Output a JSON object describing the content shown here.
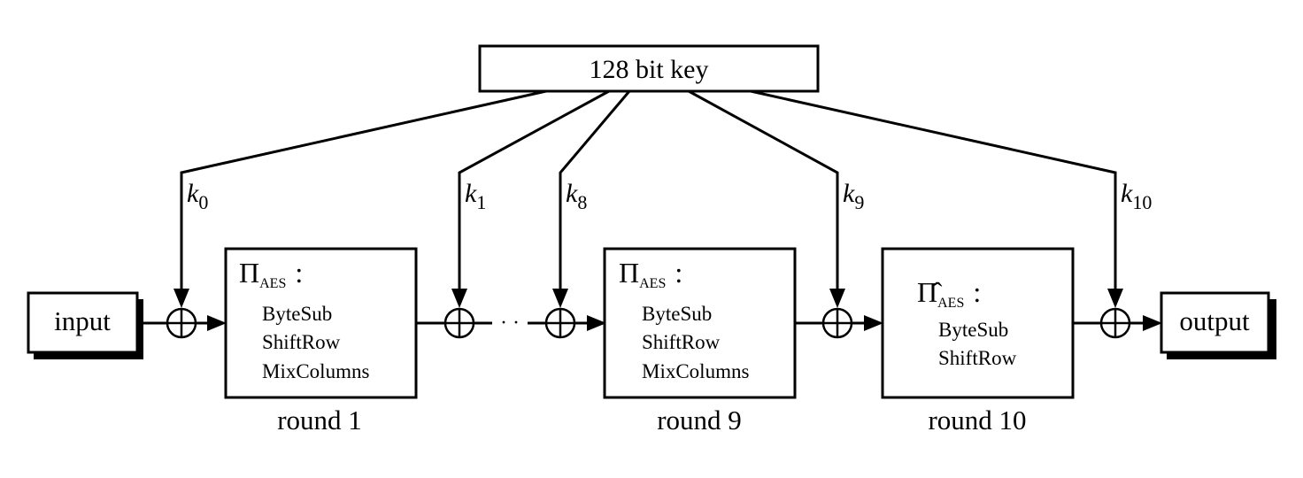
{
  "key_box": {
    "label": "128  bit key"
  },
  "io": {
    "input": "input",
    "output": "output"
  },
  "subkeys": [
    {
      "base": "k",
      "sub": "0"
    },
    {
      "base": "k",
      "sub": "1"
    },
    {
      "base": "k",
      "sub": "8"
    },
    {
      "base": "k",
      "sub": "9"
    },
    {
      "base": "k",
      "sub": "10"
    }
  ],
  "rounds": [
    {
      "title_symbol": "Π",
      "title_sub": "AES",
      "title_colon": ":",
      "steps": [
        "ByteSub",
        "ShiftRow",
        "MixColumns"
      ],
      "caption": "round 1"
    },
    {
      "title_symbol": "Π",
      "title_sub": "AES",
      "title_colon": ":",
      "steps": [
        "ByteSub",
        "ShiftRow",
        "MixColumns"
      ],
      "caption": "round 9"
    },
    {
      "title_symbol": "Π̂",
      "title_sub": "AES",
      "title_colon": ":",
      "steps": [
        "ByteSub",
        "ShiftRow"
      ],
      "caption": "round 10"
    }
  ],
  "ellipsis": "· ·"
}
